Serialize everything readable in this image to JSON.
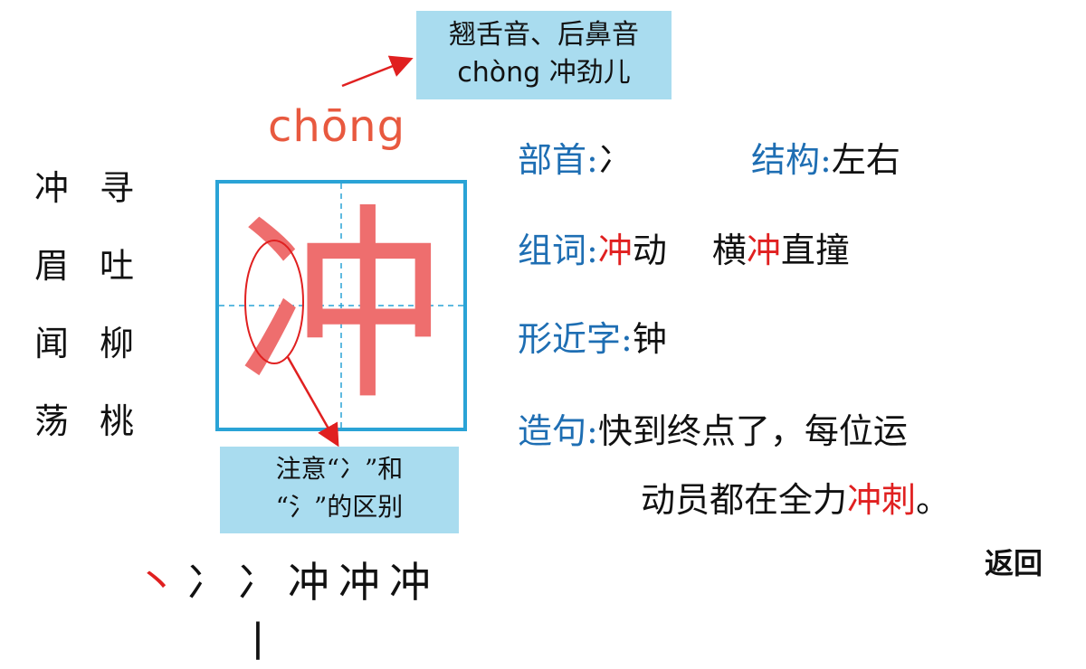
{
  "char_list": [
    [
      "冲",
      "寻"
    ],
    [
      "眉",
      "吐"
    ],
    [
      "闻",
      "柳"
    ],
    [
      "荡",
      "桃"
    ]
  ],
  "pinyin": "chōng",
  "main_char": "冲",
  "note_top": {
    "line1": "翘舌音、后鼻音",
    "line2": "chòng 冲劲儿"
  },
  "note_bottom": {
    "line1": "注意“冫”和",
    "line2": "“氵”的区别"
  },
  "radical": {
    "label": "部首:",
    "value": "冫"
  },
  "structure": {
    "label": "结构:",
    "value": "左右"
  },
  "words": {
    "label": "组词:",
    "w1a": "冲",
    "w1b": "动",
    "w2a": "横",
    "w2b": "冲",
    "w2c": "直撞"
  },
  "similar": {
    "label": "形近字:",
    "value": "钟"
  },
  "sentence": {
    "label": "造句:",
    "line1": "快到终点了，每位运",
    "line2a": "动员都在全力",
    "line2b": "冲刺",
    "line2c": "。"
  },
  "back_label": "返回",
  "stroke_order": [
    "丶",
    "冫",
    "冫丨",
    "冲",
    "冲",
    "冲"
  ],
  "colors": {
    "label_blue": "#1e6eb3",
    "highlight_red": "#e02020",
    "note_bg": "#a9dcef",
    "grid_blue": "#2aa3d6",
    "pinyin": "#e8593f"
  }
}
